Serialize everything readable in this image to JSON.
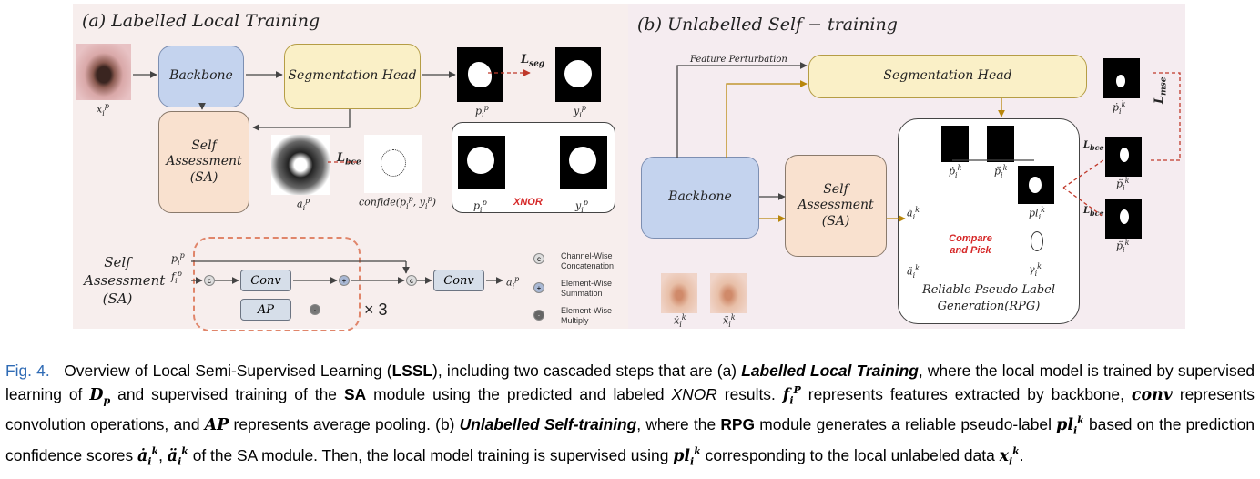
{
  "panel_a": {
    "title": "(a)  Labelled Local Training",
    "backbone": "Backbone",
    "seg_head": "Segmentation Head",
    "self_assessment": "Self Assessment (SA)",
    "l_seg": "L",
    "l_seg_sub": "seg",
    "l_bce": "L",
    "l_bce_sub": "bce",
    "xnor": "XNOR",
    "input_label": "x",
    "pred_label": "p",
    "gt_label": "y",
    "a_label": "a",
    "confide_label": "confide(p",
    "confide_label_mid": ", y",
    "confide_label_end": ")"
  },
  "sa_module": {
    "title": "Self Assessment (SA)",
    "input_p": "p",
    "input_f": "f",
    "conv1": "Conv",
    "ap": "AP",
    "conv2": "Conv",
    "output_a": "a",
    "repeat": "× 3",
    "legend": [
      {
        "symbol": "c",
        "text": "Channel-Wise Concatenation"
      },
      {
        "symbol": "+",
        "text": "Element-Wise Summation"
      },
      {
        "symbol": "·",
        "text": "Element-Wise Multiply"
      }
    ]
  },
  "panel_b": {
    "title": "(b)  Unlabelled Self − training",
    "feature_perturbation": "Feature Perturbation",
    "seg_head": "Segmentation Head",
    "backbone": "Backbone",
    "self_assessment": "Self Assessment (SA)",
    "rpg": "Reliable Pseudo-Label Generation(RPG)",
    "compare_pick": "Compare and Pick",
    "l_mse": "L",
    "l_mse_sub": "mse",
    "l_bce": "L",
    "l_bce_sub": "bce",
    "pl_label": "pl",
    "y_label": "γ",
    "x_dot": "ẋ",
    "x_ddot": "ẍ",
    "p_dot": "ṗ",
    "p_ddot": "p̈",
    "a_dot": "ȧ",
    "a_ddot": "ä"
  },
  "caption": {
    "fig_no": "Fig. 4.",
    "text_1": "Overview of Local Semi-Supervised Learning (",
    "lssl": "LSSL",
    "text_2": "), including two cascaded steps that are (a) ",
    "labelled": "Labelled Local Training",
    "text_3": ", where the local model is trained by supervised learning of ",
    "dp": "D",
    "text_4": " and supervised training of the ",
    "sa": "SA",
    "text_5": " module using the predicted and labeled ",
    "xnor": "XNOR",
    "text_6": " results. ",
    "text_7": " represents features extracted by backbone, ",
    "conv": "conv",
    "text_8": " represents convolution operations, and ",
    "ap": "AP",
    "text_9": " represents average pooling. (b) ",
    "unlabelled": "Unlabelled Self-training",
    "text_10": ", where the ",
    "rpg": "RPG",
    "text_11": " module generates a reliable pseudo-label ",
    "text_12": " based on the prediction confidence scores ",
    "text_13": " of the SA module. Then, the local model training is supervised using ",
    "text_14": " corresponding to the local unlabeled data ",
    "text_15": "."
  }
}
